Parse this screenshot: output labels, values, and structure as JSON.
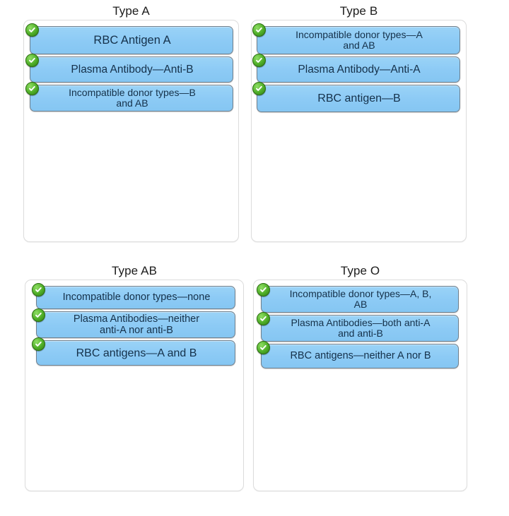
{
  "diagram": {
    "title_visible": false,
    "accent_card_color": "#8ccaf5",
    "card_border_color": "#6f7f8c",
    "check_color": "#4fae28",
    "panel_border_color": "#dcdcdc",
    "background_color": "#ffffff"
  },
  "groups": [
    {
      "id": "group-a",
      "title": "Type A",
      "cards": [
        {
          "label": "RBC Antigen A",
          "icon": "check-circle-icon"
        },
        {
          "label": "Plasma Antibody—Anti-B",
          "icon": "check-circle-icon"
        },
        {
          "label": "Incompatible donor types—B\nand AB",
          "icon": "check-circle-icon"
        }
      ]
    },
    {
      "id": "group-b",
      "title": "Type B",
      "cards": [
        {
          "label": "Incompatible donor types—A\nand AB",
          "icon": "check-circle-icon"
        },
        {
          "label": "Plasma Antibody—Anti-A",
          "icon": "check-circle-icon"
        },
        {
          "label": "RBC antigen—B",
          "icon": "check-circle-icon"
        }
      ]
    },
    {
      "id": "group-ab",
      "title": "Type AB",
      "cards": [
        {
          "label": "Incompatible donor types—none",
          "icon": "check-circle-icon"
        },
        {
          "label": "Plasma Antibodies—neither\nanti-A nor anti-B",
          "icon": "check-circle-icon"
        },
        {
          "label": "RBC antigens—A and B",
          "icon": "check-circle-icon"
        }
      ]
    },
    {
      "id": "group-o",
      "title": "Type O",
      "cards": [
        {
          "label": "Incompatible donor types—A, B,\nAB",
          "icon": "check-circle-icon"
        },
        {
          "label": "Plasma Antibodies—both anti-A\nand anti-B",
          "icon": "check-circle-icon"
        },
        {
          "label": "RBC antigens—neither A nor B",
          "icon": "check-circle-icon"
        }
      ]
    }
  ]
}
